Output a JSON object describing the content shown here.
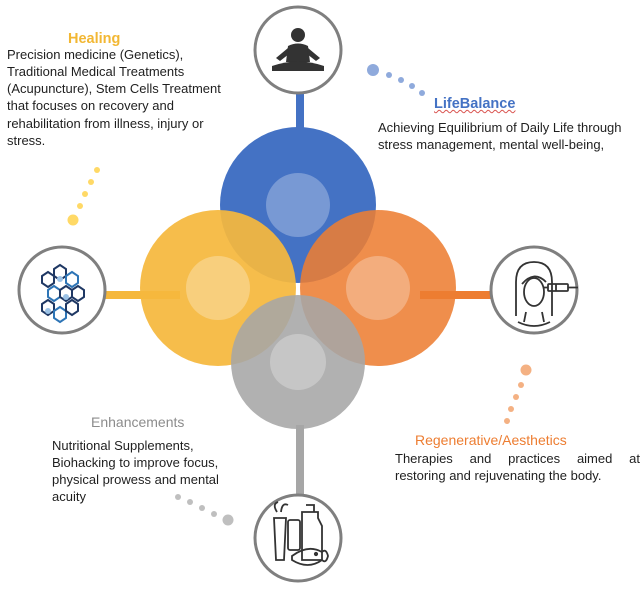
{
  "colors": {
    "blue": "#4472c4",
    "yellow": "#f5b83d",
    "orange": "#ed7d31",
    "gray": "#a6a6a6",
    "healing_title": "#f2b733",
    "enhancements_title": "#8c8c8c"
  },
  "healing": {
    "title": "Healing",
    "text": "Precision medicine (Genetics), Traditional Medical Treatments (Acupuncture), Stem Cells Treatment that focuses on recovery and rehabilitation from illness, injury or stress.",
    "icon": "dna-hexagon-icon"
  },
  "life_balance": {
    "title": "LifeBalance",
    "text": "Achieving Equilibrium of Daily Life through stress management, mental well-being,",
    "icon": "meditation-icon"
  },
  "enhancements": {
    "title": "Enhancements",
    "text": "Nutritional Supplements, Biohacking to improve focus, physical prowess and mental acuity",
    "icon": "groceries-icon"
  },
  "regenerative": {
    "title": "Regenerative/Aesthetics",
    "text_line1": "Therapies and practices aimed at",
    "text_line2": "restoring and rejuvenating the body.",
    "icon": "face-injection-icon"
  }
}
